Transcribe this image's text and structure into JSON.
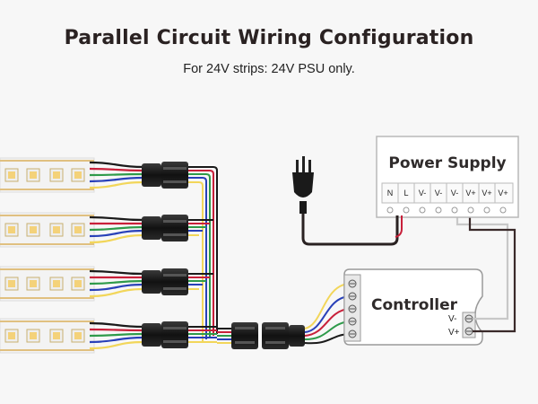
{
  "title": "Parallel Circuit Wiring Configuration",
  "subtitle": "For 24V strips: 24V PSU only.",
  "power_supply": {
    "label": "Power Supply",
    "terminals": [
      "N",
      "L",
      "V-",
      "V-",
      "V-",
      "V+",
      "V+",
      "V+"
    ]
  },
  "controller": {
    "label": "Controller",
    "output_terminals": [
      "V-",
      "V+"
    ]
  },
  "colors": {
    "red": "#c8203a",
    "blue": "#2840b8",
    "green": "#2e9a4a",
    "black": "#1a1a1a",
    "yellow": "#f2d65a",
    "white": "#e8e8e8",
    "gray": "#a8a8a8",
    "dark_wire": "#3a2a2a",
    "psu_wire": "#c8c8c8"
  }
}
